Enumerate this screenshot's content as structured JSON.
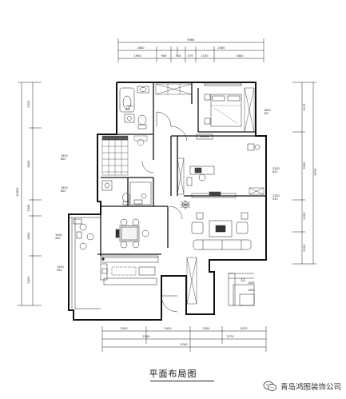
{
  "title": "平面布局图",
  "watermark": {
    "text": "青岛鸿图装饰公司",
    "icon": "wechat-icon"
  },
  "dimensions": {
    "top_total": "9065",
    "top_segments": [
      "1950",
      "940",
      "900",
      "575",
      "1150",
      "3400"
    ],
    "top_inner": [
      "1800",
      "2400"
    ],
    "bottom_segments": [
      "2200",
      "2420",
      "2350",
      "2070"
    ],
    "bottom_sub": [
      "2340",
      "2270"
    ],
    "bottom_total": "9740",
    "left_total": "11830",
    "left_segments": [
      "2320",
      "2420",
      "2040",
      "2600",
      "2400"
    ],
    "right_total": "9970",
    "right_segments": [
      "2170",
      "3500",
      "2200",
      "2100"
    ]
  },
  "room_labels": [
    {
      "name": "1950\n642"
    },
    {
      "name": "1600\n325"
    },
    {
      "name": "1950\n620"
    },
    {
      "name": "1950\n650"
    },
    {
      "name": "1450\n440"
    },
    {
      "name": "1550\n940"
    },
    {
      "name": "3250\n825"
    },
    {
      "name": "1250\n530"
    }
  ]
}
